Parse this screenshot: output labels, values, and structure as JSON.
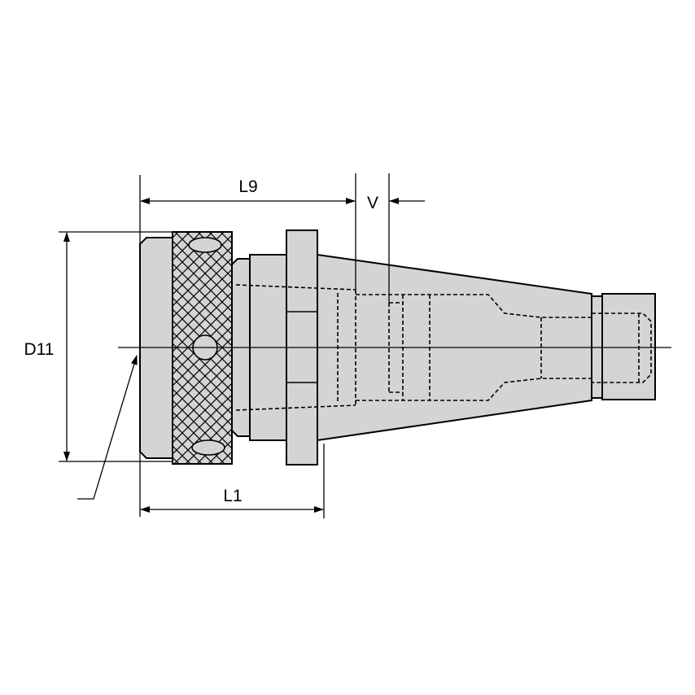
{
  "labels": {
    "l9": "L9",
    "v": "V",
    "d11": "D11",
    "l1": "L1"
  },
  "colors": {
    "body": "#d4d4d4",
    "line": "#000000"
  }
}
